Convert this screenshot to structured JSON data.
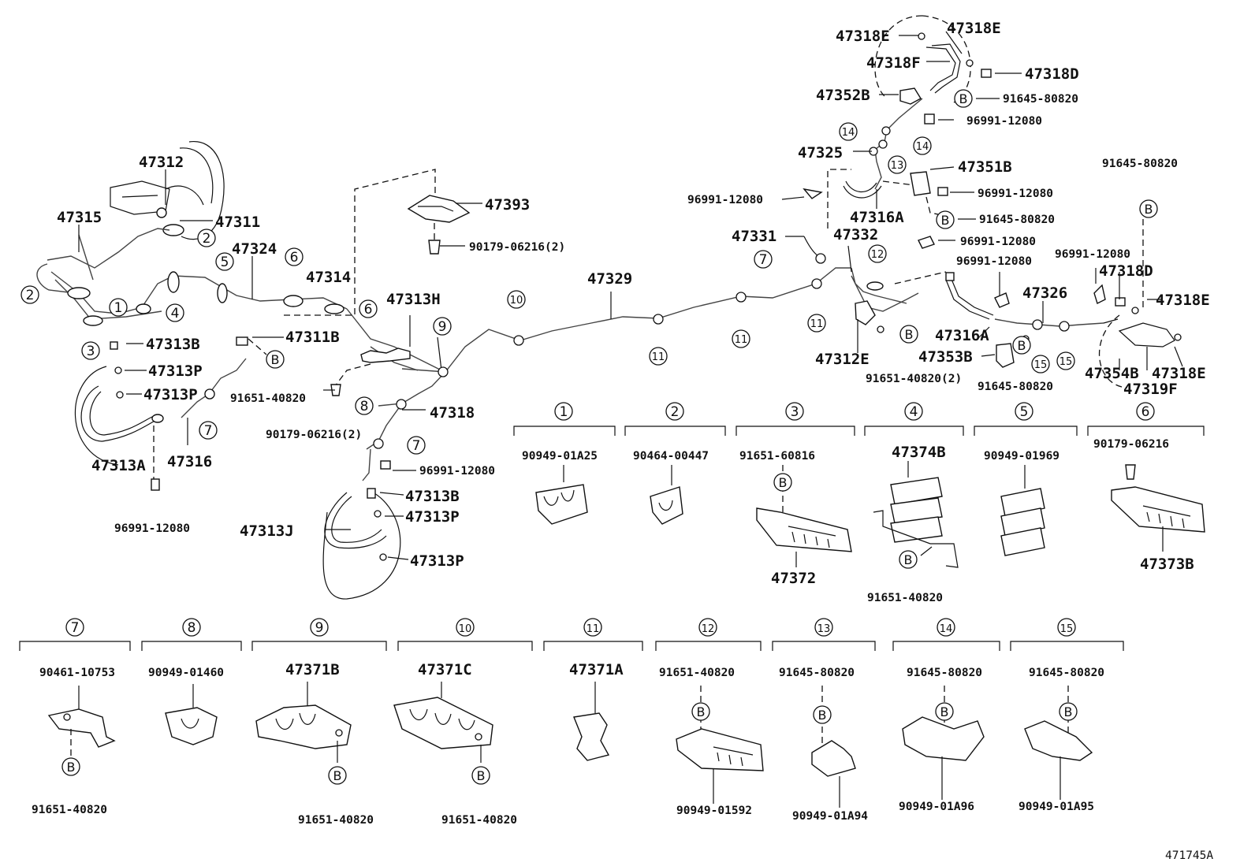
{
  "diagram_id": "471745A",
  "labels": {
    "l47312": "47312",
    "l47311": "47311",
    "l47315": "47315",
    "l47324": "47324",
    "l47314": "47314",
    "l47393": "47393",
    "l90179a": "90179-06216(2)",
    "l47313H": "47313H",
    "l47329": "47329",
    "l47313B_a": "47313B",
    "l47311B": "47311B",
    "l47313P_a": "47313P",
    "l47313P_b": "47313P",
    "l91651_a": "91651-40820",
    "l47313A": "47313A",
    "l47316": "47316",
    "l96991_a": "96991-12080",
    "l90179b": "90179-06216(2)",
    "l47318": "47318",
    "l96991_b": "96991-12080",
    "l47313B_b": "47313B",
    "l47313P_c": "47313P",
    "l47313J": "47313J",
    "l47313P_d": "47313P",
    "l47318E_a": "47318E",
    "l47318E_b": "47318E",
    "l47318F_a": "47318F",
    "l47318D_a": "47318D",
    "l47352B": "47352B",
    "l91645_a": "91645-80820",
    "l96991_c": "96991-12080",
    "l47325": "47325",
    "l47351B": "47351B",
    "l96991_d": "96991-12080",
    "l47316A_a": "47316A",
    "l96991_e": "96991-12080",
    "l91645_b": "91645-80820",
    "l47331": "47331",
    "l47332": "47332",
    "l96991_f": "96991-12080",
    "l91645_c": "91645-80820",
    "l96991_g": "96991-12080",
    "l96991_h": "96991-12080",
    "l47318D_b": "47318D",
    "l47318E_c": "47318E",
    "l47326": "47326",
    "l47316A_b": "47316A",
    "l47312E": "47312E",
    "l47353B": "47353B",
    "l91651_b": "91651-40820(2)",
    "l91645_d": "91645-80820",
    "l47354B": "47354B",
    "l47318E_d": "47318E",
    "l47319F": "47319F"
  },
  "clamp_groups_top": [
    {
      "num": "1",
      "parts": [
        "90949-01A25"
      ]
    },
    {
      "num": "2",
      "parts": [
        "90464-00447"
      ]
    },
    {
      "num": "3",
      "parts": [
        "91651-60816",
        "47372"
      ]
    },
    {
      "num": "4",
      "parts": [
        "47374B",
        "91651-40820"
      ]
    },
    {
      "num": "5",
      "parts": [
        "90949-01969"
      ]
    },
    {
      "num": "6",
      "parts": [
        "90179-06216",
        "47373B"
      ]
    }
  ],
  "clamp_groups_bottom": [
    {
      "num": "7",
      "parts": [
        "90461-10753",
        "91651-40820"
      ]
    },
    {
      "num": "8",
      "parts": [
        "90949-01460"
      ]
    },
    {
      "num": "9",
      "parts": [
        "47371B",
        "91651-40820"
      ]
    },
    {
      "num": "10",
      "parts": [
        "47371C",
        "91651-40820"
      ]
    },
    {
      "num": "11",
      "parts": [
        "47371A"
      ]
    },
    {
      "num": "12",
      "parts": [
        "91651-40820",
        "90949-01592"
      ]
    },
    {
      "num": "13",
      "parts": [
        "91645-80820",
        "90949-01A94"
      ]
    },
    {
      "num": "14",
      "parts": [
        "91645-80820",
        "90949-01A96"
      ]
    },
    {
      "num": "15",
      "parts": [
        "91645-80820",
        "90949-01A95"
      ]
    }
  ],
  "callouts": {
    "c1": "1",
    "c2": "2",
    "c3": "3",
    "c4": "4",
    "c5": "5",
    "c6": "6",
    "c7": "7",
    "c8": "8",
    "c9": "9",
    "c10": "10",
    "c11": "11",
    "c12": "12",
    "c13": "13",
    "c14": "14",
    "c15": "15",
    "B": "B"
  }
}
